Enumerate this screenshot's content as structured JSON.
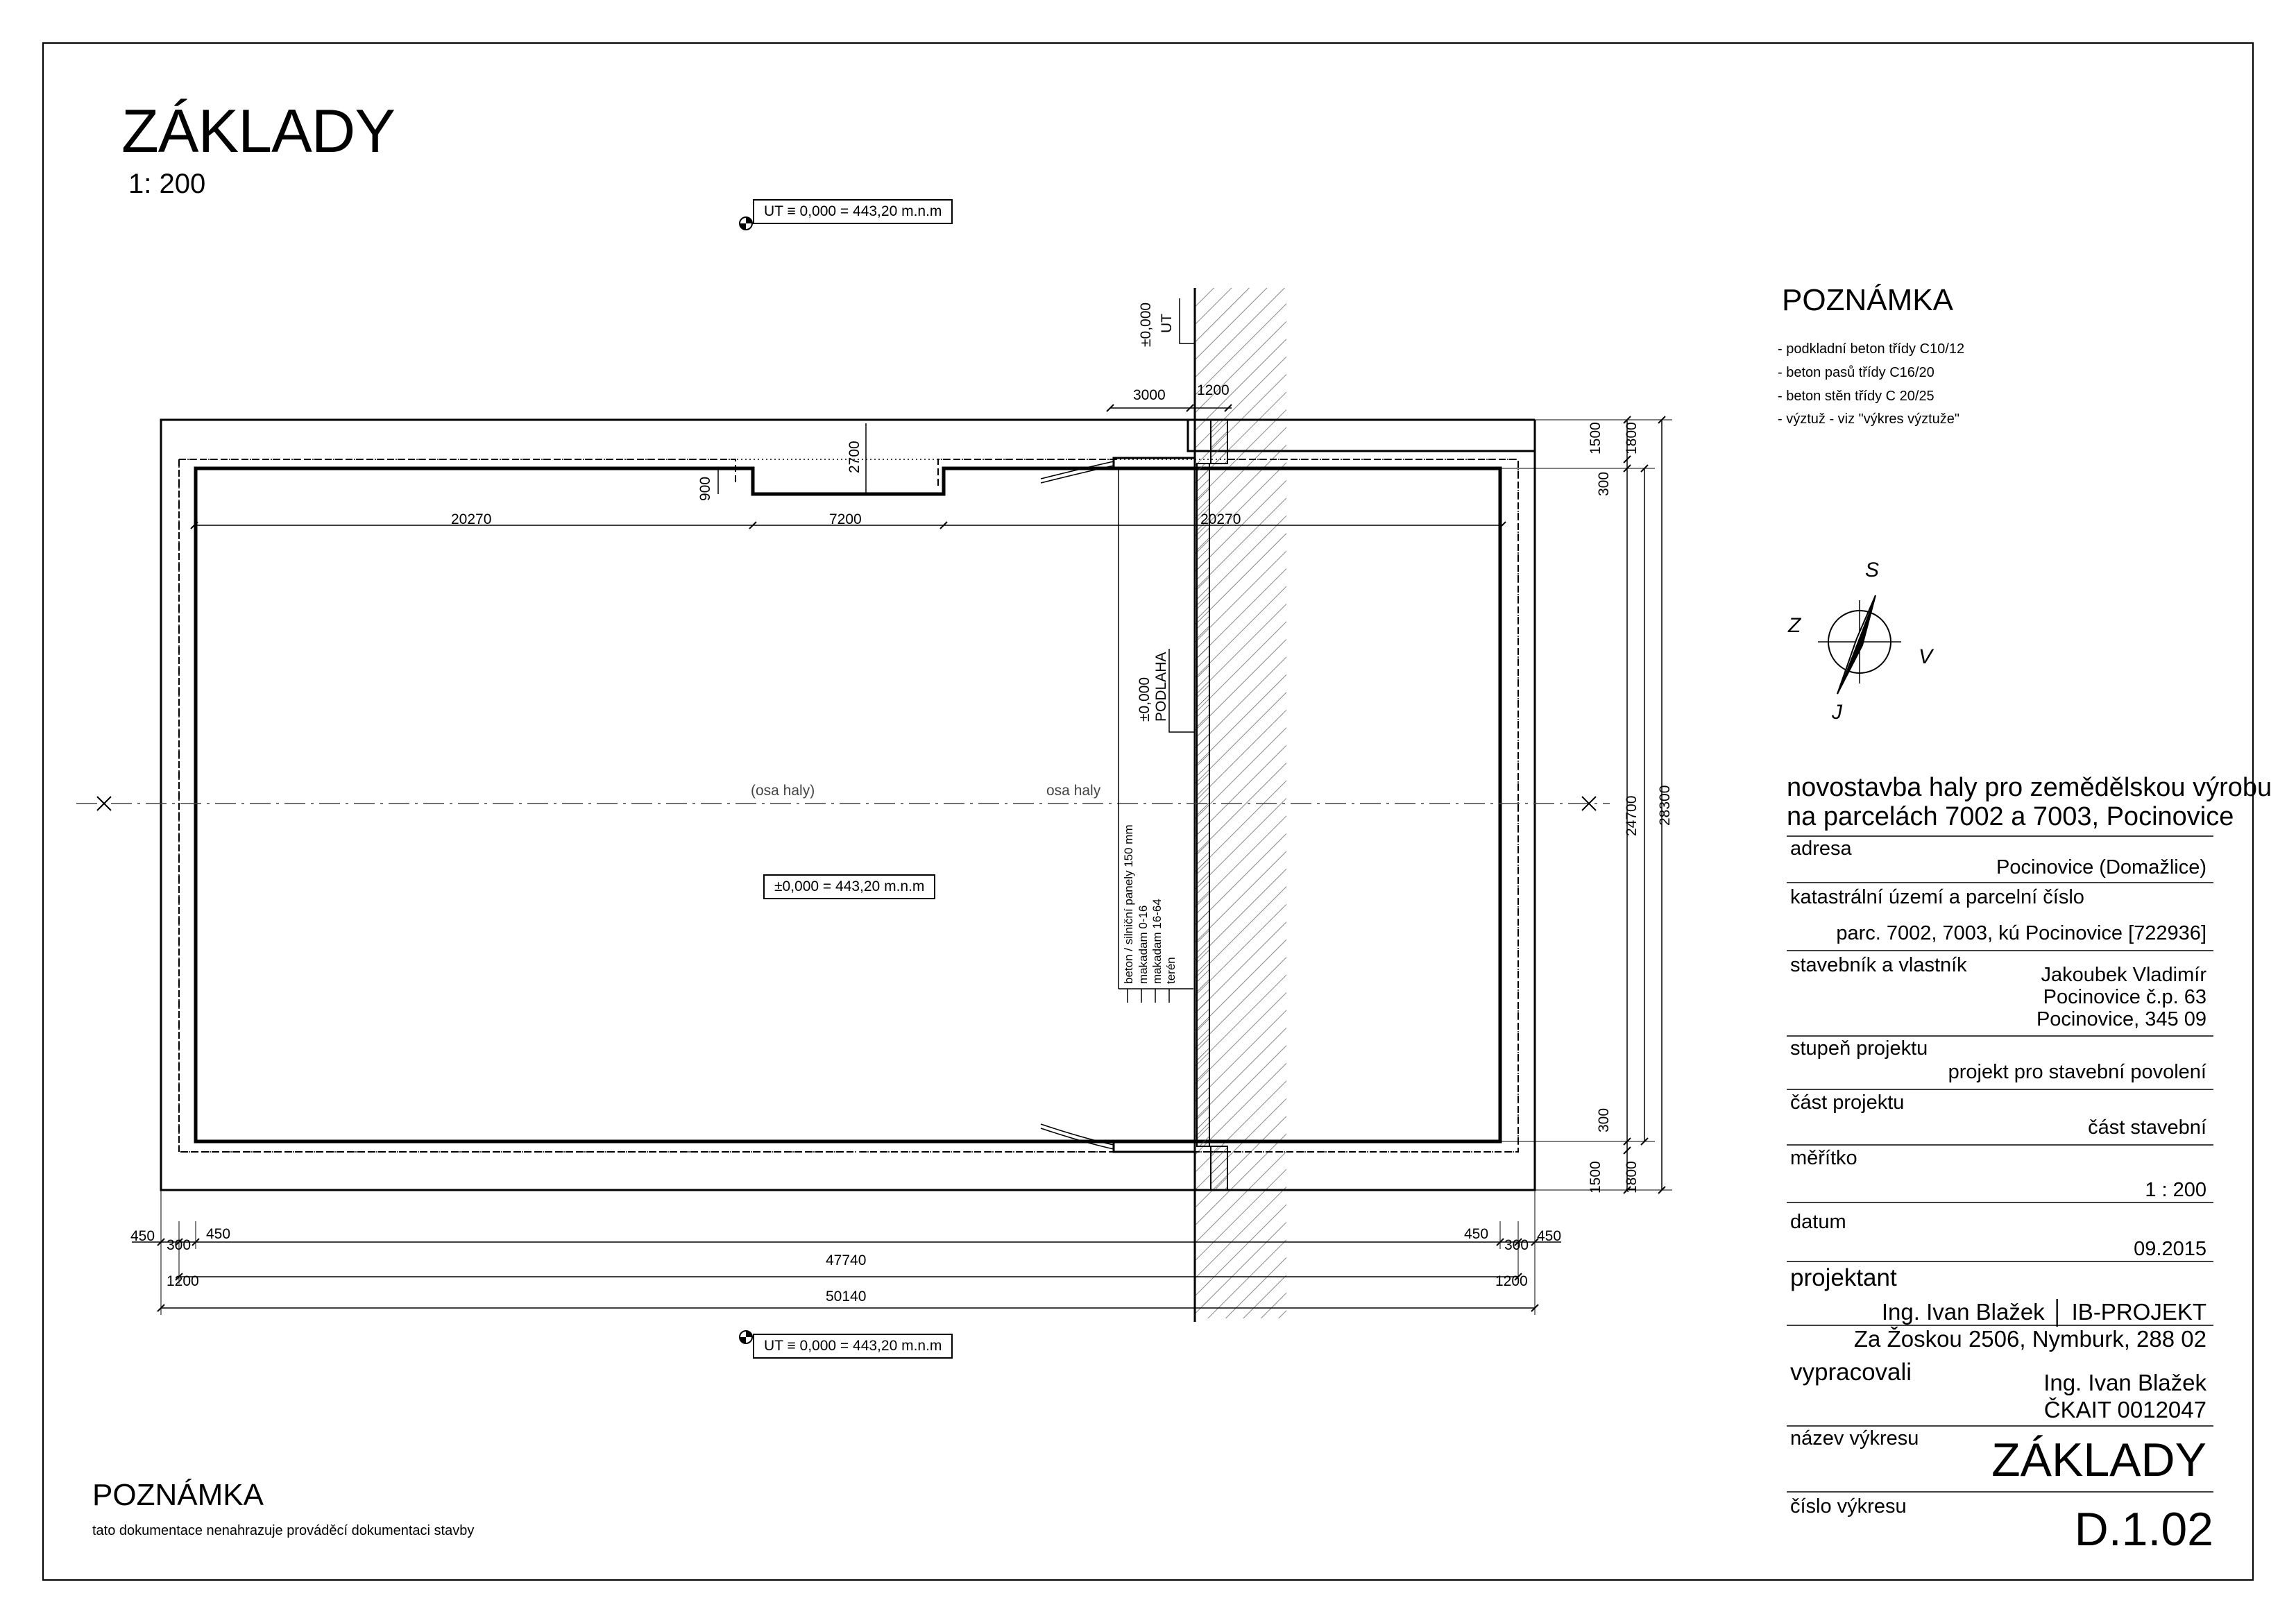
{
  "header": {
    "title": "ZÁKLADY",
    "scale": "1: 200"
  },
  "datum_tags": {
    "top": "UT ≡ 0,000 = 443,20 m.n.m",
    "bottom": "UT ≡ 0,000 = 443,20 m.n.m",
    "floor": "±0,000 = 443,20 m.n.m"
  },
  "level_labels": {
    "ut_level": "±0,000",
    "ut_name": "UT",
    "floor_level": "±0,000",
    "floor_name": "PODLAHA"
  },
  "axis_labels": {
    "left": "(osa haly)",
    "right": "osa haly"
  },
  "layers": [
    "beton / silniční panely 150 mm",
    "makadam 0-16",
    "makadam 16-64",
    "terén"
  ],
  "dimensions": {
    "d3000": "3000",
    "d1200_top": "1200",
    "d2700": "2700",
    "d900": "900",
    "d20270_l": "20270",
    "d7200": "7200",
    "d20270_r": "20270",
    "d1500_t": "1500",
    "d1800_t": "1800",
    "d300_t": "300",
    "d24700": "24700",
    "d28300": "28300",
    "d300_b": "300",
    "d1500_b": "1500",
    "d1800_b": "1800",
    "d450_l1": "450",
    "d300_l": "300",
    "d450_l2": "450",
    "d450_r1": "450",
    "d300_r": "300",
    "d450_r2": "450",
    "d47740": "47740",
    "d1200_l": "1200",
    "d1200_r": "1200",
    "d50140": "50140"
  },
  "compass": {
    "s": "S",
    "v": "V",
    "j": "J",
    "z": "Z"
  },
  "notes_right": {
    "heading": "POZNÁMKA",
    "items": [
      "- podkladní beton třídy C10/12",
      "- beton pasů třídy C16/20",
      "- beton stěn třídy C 20/25",
      "- výztuž - viz \"výkres výztuže\""
    ]
  },
  "notes_left": {
    "heading": "POZNÁMKA",
    "text": "tato dokumentace nenahrazuje prováděcí dokumentaci stavby"
  },
  "title_block": {
    "project_line1": "novostavba haly pro zemědělskou výrobu",
    "project_line2": "na parcelách 7002 a 7003, Pocinovice",
    "adresa_label": "adresa",
    "adresa_value": "Pocinovice (Domažlice)",
    "katastr_label": "katastrální území a parcelní číslo",
    "katastr_value": "parc. 7002, 7003, kú Pocinovice [722936]",
    "stavebnik_label": "stavebník a vlastník",
    "stavebnik_line1": "Jakoubek Vladimír",
    "stavebnik_line2": "Pocinovice č.p. 63",
    "stavebnik_line3": "Pocinovice, 345 09",
    "stupen_label": "stupeň projektu",
    "stupen_value": "projekt pro stavební povolení",
    "cast_label": "část projektu",
    "cast_value": "část stavební",
    "meritko_label": "měřítko",
    "meritko_value": "1 : 200",
    "datum_label": "datum",
    "datum_value": "09.2015",
    "projektant_label": "projektant",
    "projektant_line1": "Ing. Ivan Blažek │ IB-PROJEKT",
    "projektant_line2": "Za Žoskou 2506, Nymburk, 288 02",
    "vypracovali_label": "vypracovali",
    "vypracovali_line1": "Ing. Ivan Blažek",
    "vypracovali_line2": "ČKAIT 0012047",
    "nazev_label": "název výkresu",
    "nazev_value": "ZÁKLADY",
    "cislo_label": "číslo výkresu",
    "cislo_value": "D.1.02"
  }
}
